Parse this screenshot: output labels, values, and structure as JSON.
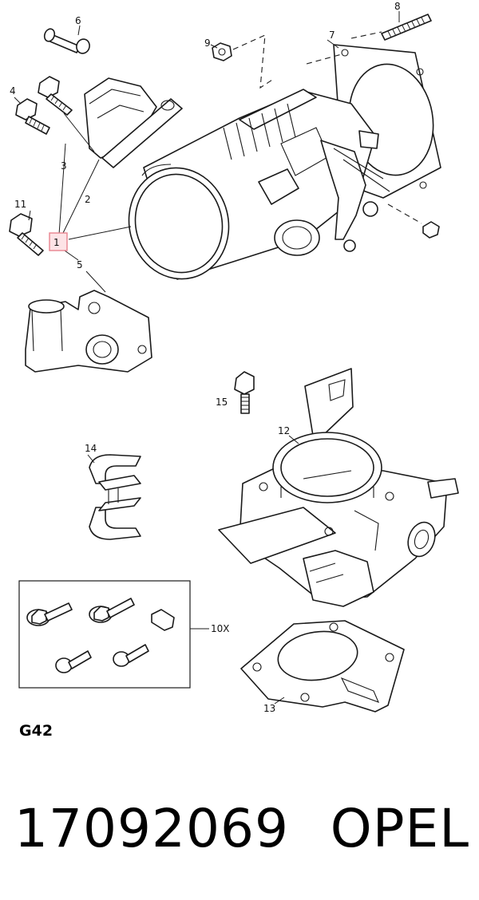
{
  "callouts": {
    "c1": "1",
    "c2": "2",
    "c3": "3",
    "c4": "4",
    "c5": "5",
    "c6": "6",
    "c7": "7",
    "c8": "8",
    "c9": "9",
    "c10": "10X",
    "c11": "11",
    "c12": "12",
    "c13": "13",
    "c14": "14",
    "c15": "15"
  },
  "section_code": "G42",
  "part_number": "17092069",
  "brand": "OPEL",
  "colors": {
    "highlight_box": "#e8838f",
    "highlight_fill": "#fde3e6",
    "line": "#1a1a1a"
  }
}
